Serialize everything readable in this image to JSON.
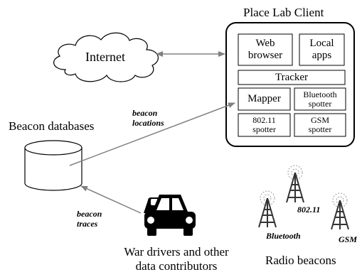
{
  "client": {
    "title": "Place Lab Client",
    "web_browser": [
      "Web",
      "browser"
    ],
    "local_apps": [
      "Local",
      "apps"
    ],
    "tracker": "Tracker",
    "mapper": "Mapper",
    "bluetooth_spotter": [
      "Bluetooth",
      "spotter"
    ],
    "wifi_spotter": [
      "802.11",
      "spotter"
    ],
    "gsm_spotter": [
      "GSM",
      "spotter"
    ]
  },
  "internet": {
    "label": "Internet"
  },
  "beacon_db": {
    "label": "Beacon databases"
  },
  "arrows": {
    "locations": [
      "beacon",
      "locations"
    ],
    "traces": [
      "beacon",
      "traces"
    ]
  },
  "contributors": {
    "lines": [
      "War drivers and other",
      "data contributors"
    ]
  },
  "radio": {
    "label": "Radio beacons",
    "wifi": "802.11",
    "bluetooth": "Bluetooth",
    "gsm": "GSM"
  },
  "colors": {
    "line": "#000000",
    "arrow": "#808080",
    "tower": "#555555"
  }
}
